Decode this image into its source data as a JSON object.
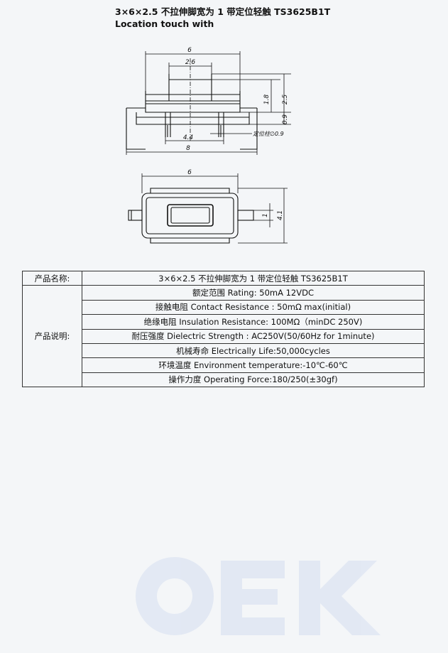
{
  "title": {
    "line1": "3×6×2.5 不拉伸脚宽为 1 带定位轻触  TS3625B1T",
    "line2": "Location touch with"
  },
  "drawing": {
    "top_view": {
      "dim_width_top": "6",
      "dim_button": "2.6",
      "dim_height_1": "1.8",
      "dim_height_2": "2.5",
      "dim_peg": "0.9",
      "dim_pin_pitch": "4.4",
      "dim_overall": "8",
      "peg_note": "定位柱∅0.9"
    },
    "bottom_view": {
      "dim_width": "6",
      "dim_pin_width": "1",
      "dim_depth": "4.1"
    }
  },
  "spec": {
    "name_label": "产品名称:",
    "name_value": "3×6×2.5 不拉伸脚宽为 1 带定位轻触  TS3625B1T",
    "desc_label": "产品说明:",
    "rows": [
      "额定范围 Rating: 50mA 12VDC",
      "接触电阻 Contact Resistance : 50mΩ max(initial)",
      "绝缘电阻 Insulation Resistance: 100MΩ（minDC 250V)",
      "耐压强度 Dielectric Strength : AC250V(50/60Hz for 1minute)",
      "机械寿命 Electrically Life:50,000cycles",
      "环境温度 Environment temperature:-10℃-60℃",
      "操作力度 Operating Force:180/250(±30gf)"
    ]
  }
}
